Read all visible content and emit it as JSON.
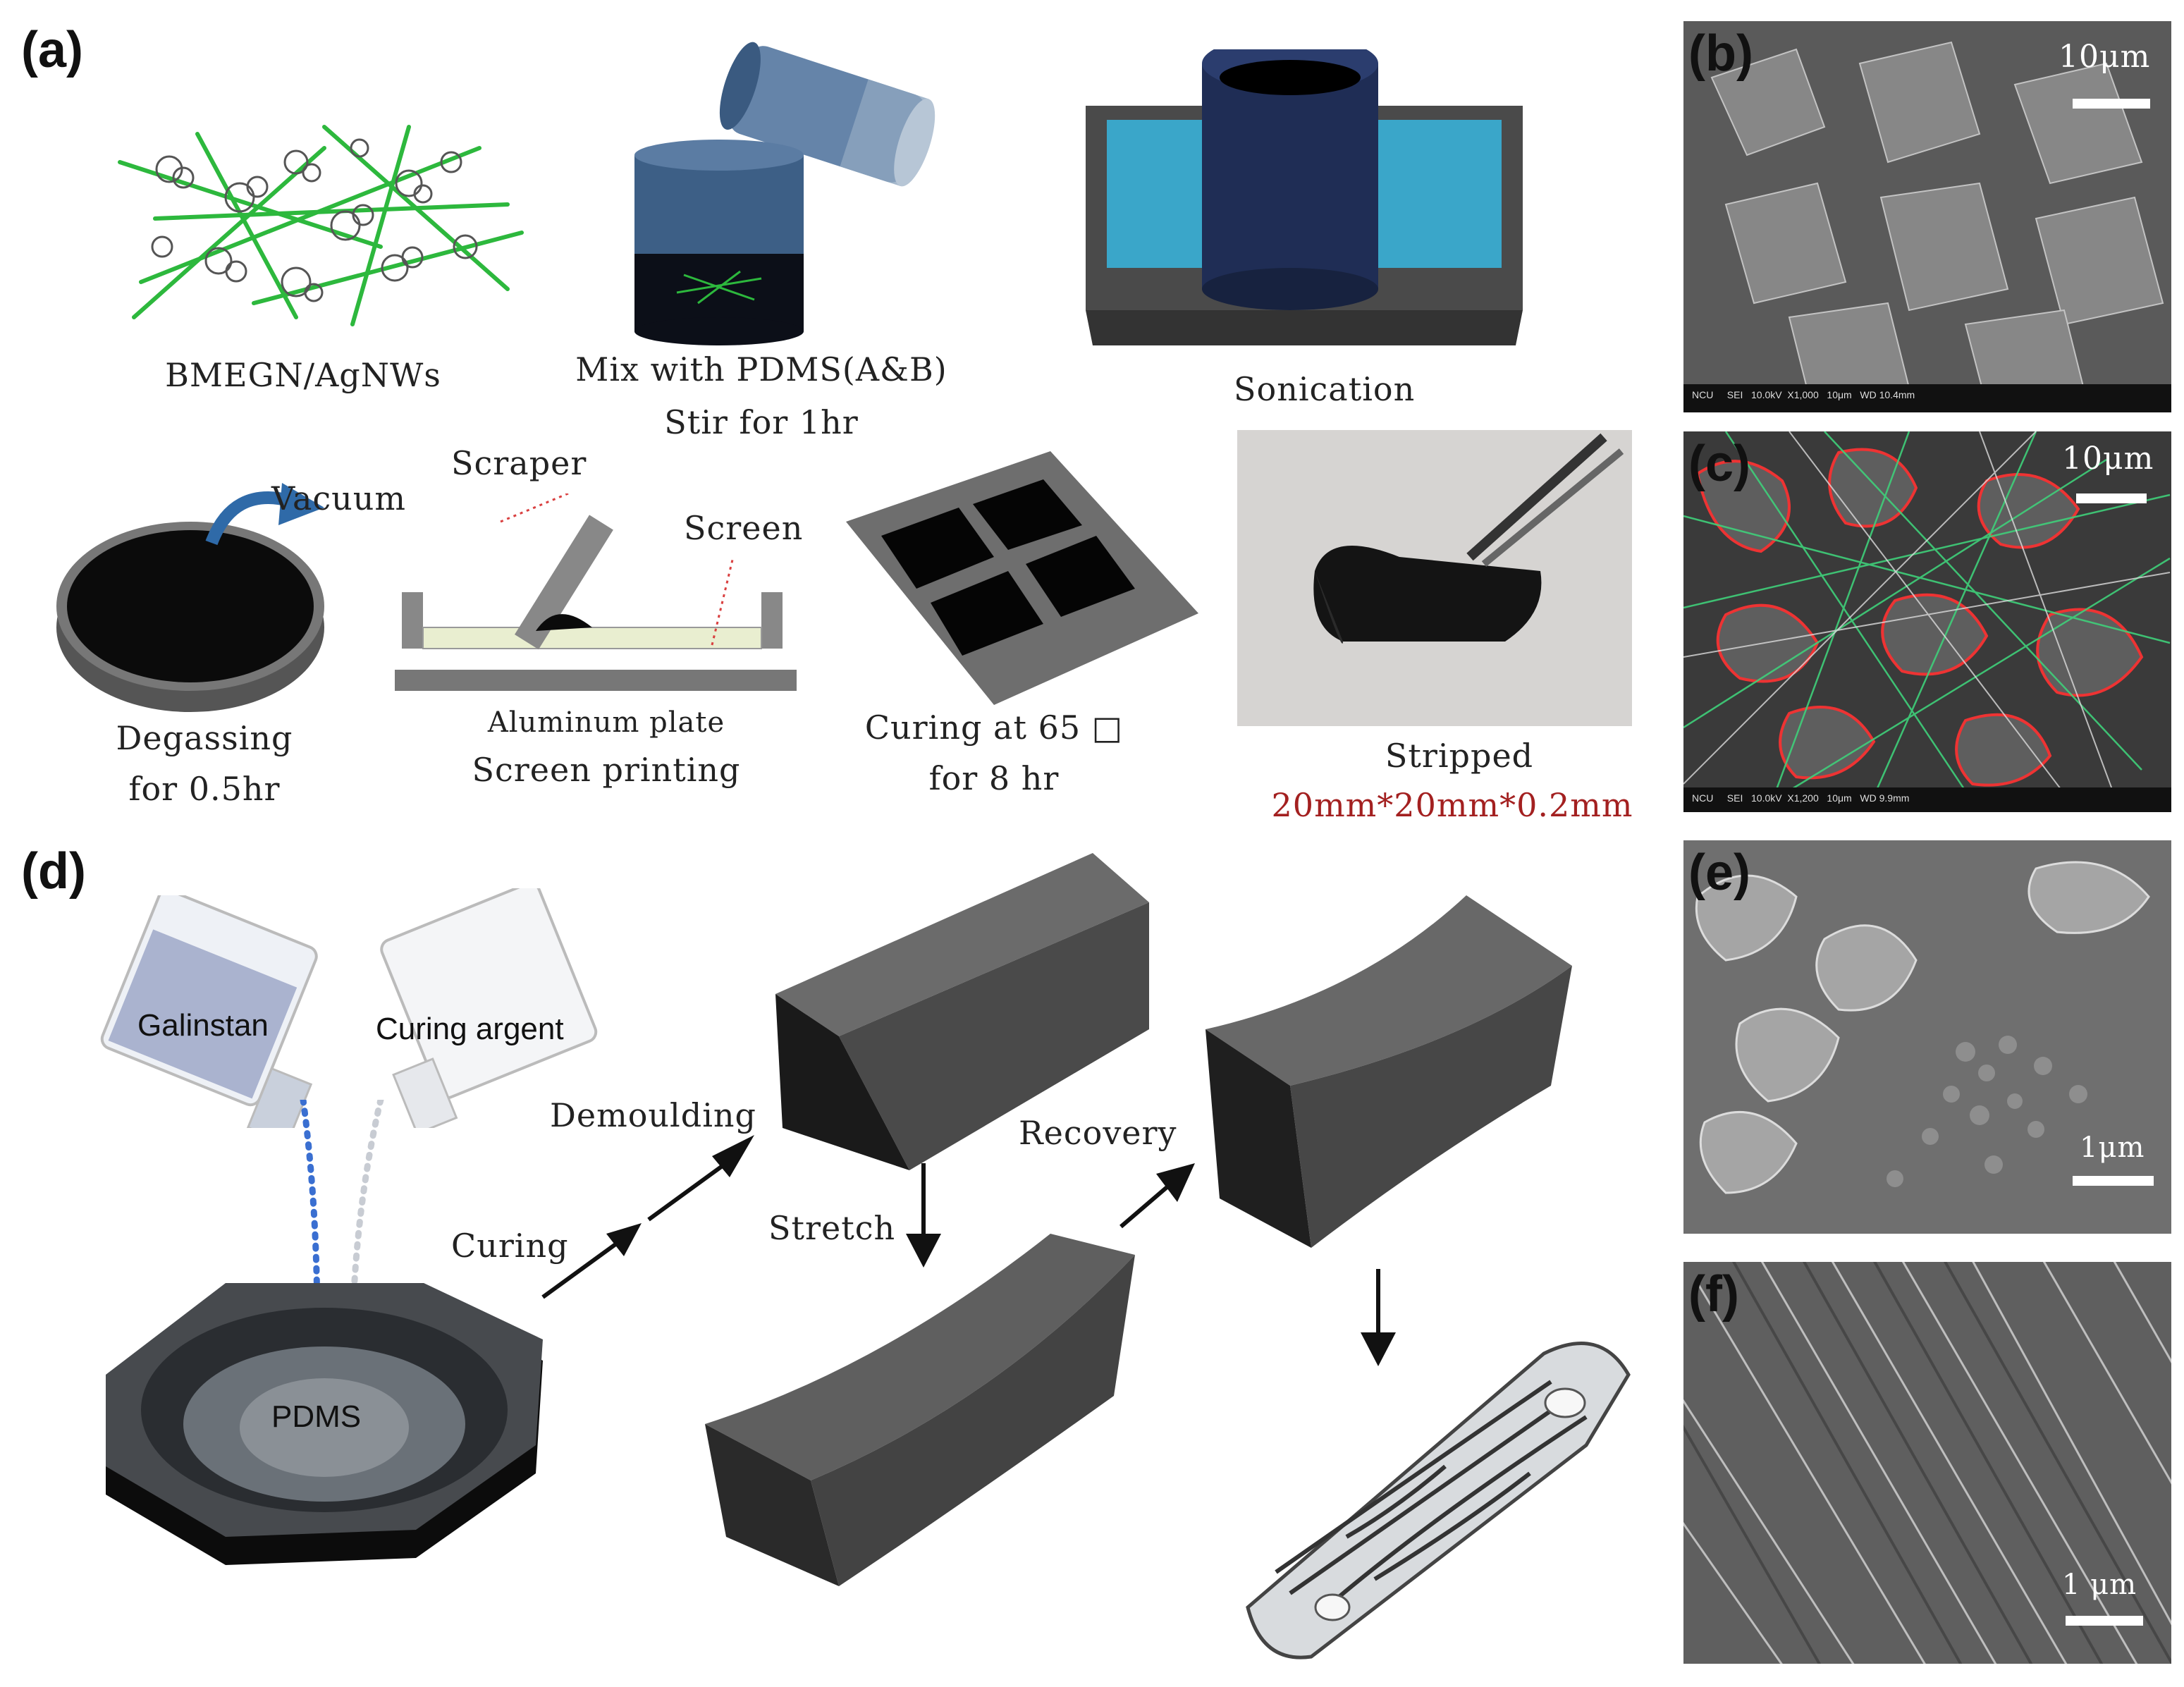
{
  "panels": {
    "a": "(a)",
    "b": "(b)",
    "c": "(c)",
    "d": "(d)",
    "e": "(e)",
    "f": "(f)"
  },
  "panel_a": {
    "step_mix_materials": "BMEGN/AgNWs",
    "step_mix_line1": "Mix with PDMS(A&B)",
    "step_mix_line2": "Stir for 1hr",
    "step_sonication": "Sonication",
    "vacuum": "Vacuum",
    "degassing_line1": "Degassing",
    "degassing_line2": "for 0.5hr",
    "scraper": "Scraper",
    "screen": "Screen",
    "aluminum_plate": "Aluminum plate",
    "screen_printing": "Screen printing",
    "curing_line1": "Curing at 65 □",
    "curing_line2": "for 8 hr",
    "stripped": "Stripped",
    "dimensions": "20mm*20mm*0.2mm",
    "dimensions_color": "#a32020"
  },
  "panel_d": {
    "galinstan": "Galinstan",
    "curing_agent": "Curing argent",
    "pdms": "PDMS",
    "curing": "Curing",
    "demoulding": "Demoulding",
    "stretch": "Stretch",
    "recovery": "Recovery"
  },
  "sem": {
    "b_scale": "10μm",
    "c_scale": "10μm",
    "e_scale": "1μm",
    "f_scale": "1 μm",
    "b_footer": "NCU     SEI   10.0kV  X1,000   10μm   WD 10.4mm",
    "c_footer": "NCU     SEI   10.0kV  X1,200   10μm   WD 9.9mm"
  },
  "colors": {
    "nanowire_green": "#2db83d",
    "sonication_water": "#3aa6c9",
    "beaker_blue": "#1f2d55",
    "arrow_blue": "#2f6aa8",
    "dotted_red": "#d94040",
    "dotted_blue": "#3a6fd1"
  }
}
